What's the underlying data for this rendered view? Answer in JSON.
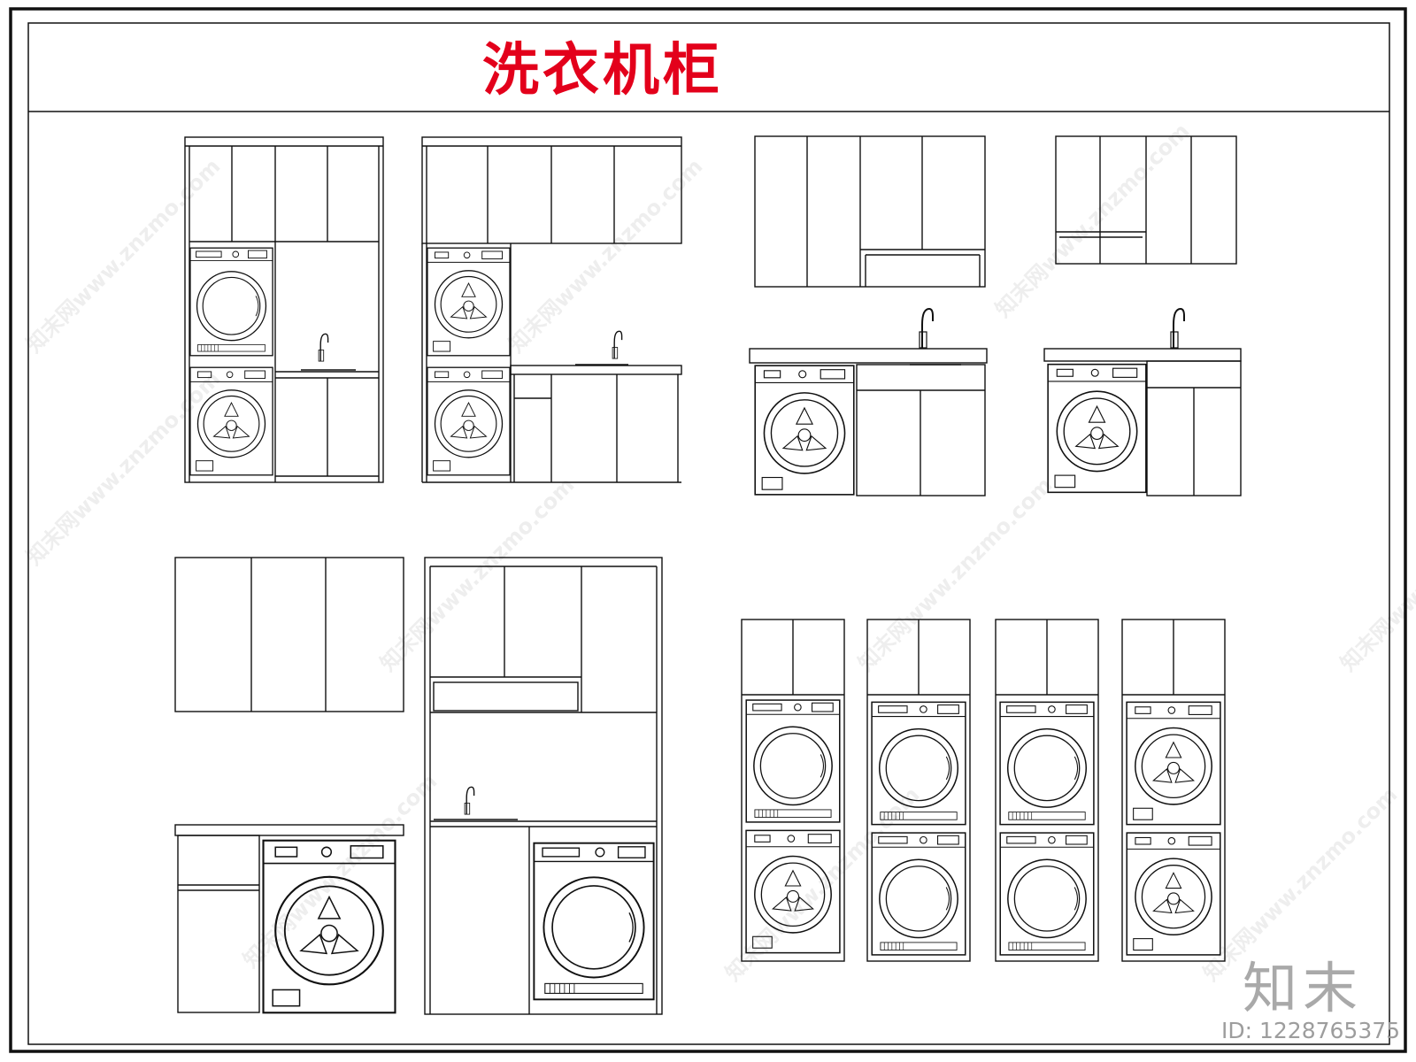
{
  "title": "洗衣机柜",
  "brand": "知末",
  "id_label": "ID: 1228765375",
  "watermark": "知末网www.znzmo.com",
  "colors": {
    "title": "#e3001b",
    "line": "#111111",
    "brand": "#a9a9a9"
  }
}
